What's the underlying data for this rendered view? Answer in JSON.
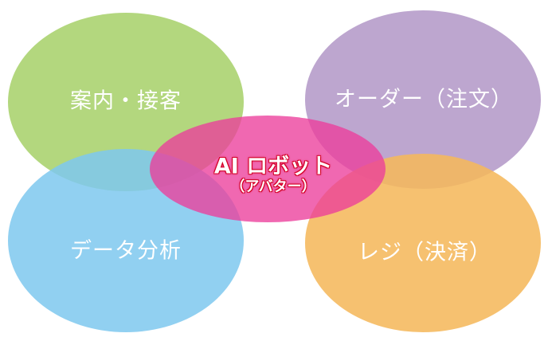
{
  "diagram": {
    "nodes": [
      {
        "key": "top_left",
        "label": "案内・接客",
        "color": "#a9d26c"
      },
      {
        "key": "top_right",
        "label": "オーダー（注文）",
        "color": "#b49ac8"
      },
      {
        "key": "bottom_left",
        "label": "データ分析",
        "color": "#7ec8ee"
      },
      {
        "key": "bottom_right",
        "label": "レジ（決済）",
        "color": "#f5b85c"
      }
    ],
    "center": {
      "title": "AI ロボット",
      "subtitle": "（アバター）",
      "color": "#ec3d9b",
      "outline_color": "#d40026"
    }
  }
}
